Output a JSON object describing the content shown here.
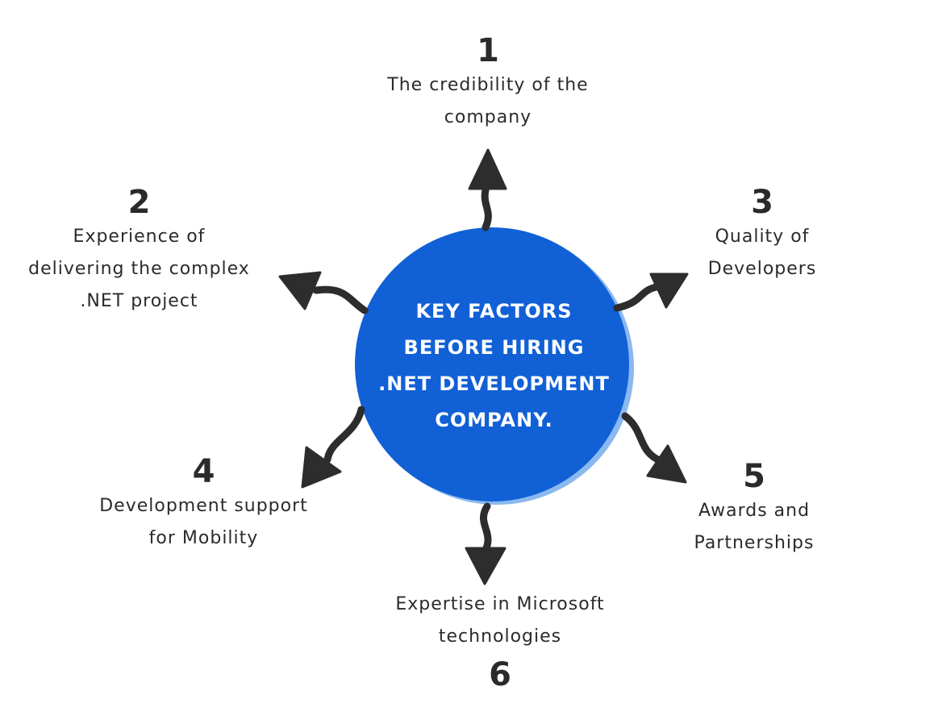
{
  "center": {
    "title": "KEY FACTORS\nBEFORE HIRING\n.NET DEVELOPMENT\nCOMPANY.",
    "fill_color": "#1160d6",
    "shadow_color": "#8ab8f0"
  },
  "arrow_color": "#2d2d2d",
  "factors": [
    {
      "number": "1",
      "label": "The credibility of the\ncompany"
    },
    {
      "number": "2",
      "label": "Experience of\ndelivering the complex\n.NET project"
    },
    {
      "number": "3",
      "label": "Quality of\nDevelopers"
    },
    {
      "number": "4",
      "label": "Development support\nfor Mobility"
    },
    {
      "number": "5",
      "label": "Awards and\nPartnerships"
    },
    {
      "number": "6",
      "label": "Expertise in Microsoft\ntechnologies"
    }
  ]
}
